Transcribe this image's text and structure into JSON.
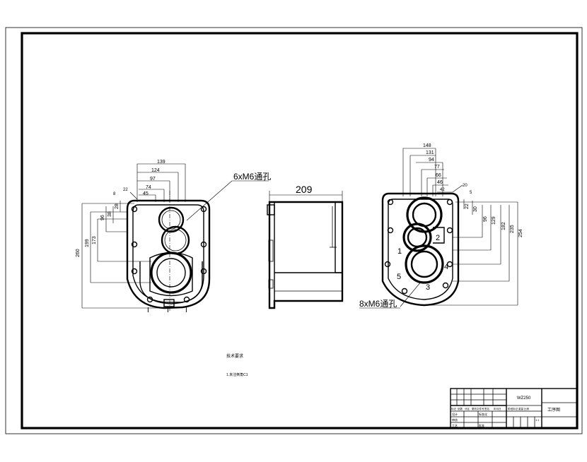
{
  "front_view": {
    "dims": {
      "d139": "139",
      "d124": "124",
      "d97": "97",
      "d74": "74",
      "d45": "45",
      "d8": "8",
      "d22": "22",
      "d28": "28",
      "d38": "38",
      "d96": "96",
      "d173": "173",
      "d199": "199",
      "d260": "260"
    },
    "hole_callout": "6xM6通孔",
    "centerline_marks": [
      "I",
      "I",
      "I"
    ]
  },
  "side_view": {
    "width_dim": "209"
  },
  "rear_view": {
    "dims": {
      "d148": "148",
      "d131": "131",
      "d94": "94",
      "d77": "77",
      "d66": "66",
      "d46": "46",
      "d42": "42",
      "d20": "20",
      "d5": "5",
      "d22": "22",
      "d30": "30",
      "d96": "96",
      "d129": "129",
      "d182": "182",
      "d235": "235",
      "d254": "254"
    },
    "hole_callout": "8xM6通孔",
    "hole_numbers": [
      "1",
      "2",
      "3",
      "4",
      "5"
    ]
  },
  "notes": {
    "line1": "技术要求",
    "line2": "1.未注倒角C1"
  },
  "title_block": {
    "part_code": "WZ250",
    "drawing_name": "工序图",
    "row_labels": [
      "标记",
      "处数",
      "分区",
      "更改文件号",
      "签名",
      "年月日"
    ],
    "design": "设计",
    "standard": "标准化",
    "review": "审核",
    "process": "工艺",
    "approve": "批准",
    "stage_labels": "阶段标记 重量 比例",
    "scale": "1:1"
  }
}
